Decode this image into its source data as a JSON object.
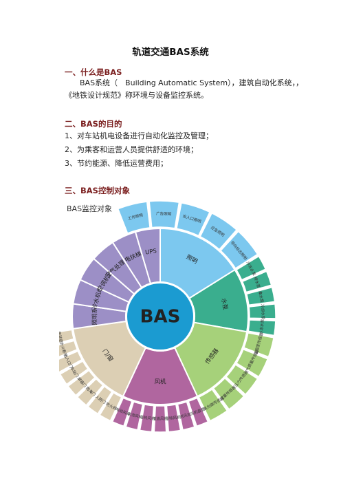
{
  "doc": {
    "title": "轨道交通BAS系统",
    "sections": [
      {
        "heading": "一、什么是BAS",
        "lines": [
          "BAS系统（　Building  Automatic  System），建筑自动化系统，，",
          "《地铁设计规范》称环境与设备监控系统。"
        ]
      },
      {
        "heading": "二、BAS的目的",
        "lines": [
          "1、对车站机电设备进行自动化监控及管理；",
          "2、为乘客和运营人员提供舒适的环境；",
          "3、节约能源、降低运营费用；"
        ]
      },
      {
        "heading": "三、BAS控制对象",
        "lines": []
      }
    ]
  },
  "figure": {
    "caption": "BAS监控对象",
    "center_label": "BAS",
    "colors": {
      "lighting": "#7cc8ef",
      "water": "#3aae8e",
      "sensor": "#a6d17a",
      "airduct": "#b0669f",
      "door": "#dccfb4",
      "equipment": "#9c8fc6",
      "center": "#1b9bd1"
    },
    "inner_segments": [
      {
        "label": "照明"
      },
      {
        "label": "水泵"
      },
      {
        "label": "传感器"
      },
      {
        "label": "风机"
      },
      {
        "label": "门/窗"
      },
      {
        "label": "照明系"
      },
      {
        "label": "冷水机组"
      },
      {
        "label": "空调机组"
      },
      {
        "label": "空气处理机"
      },
      {
        "label": "电扶梯"
      },
      {
        "label": "UPS"
      }
    ],
    "outer_segments": [
      {
        "label": "工作照明"
      },
      {
        "label": "广告照明"
      },
      {
        "label": "出入口照明"
      },
      {
        "label": "应急照明"
      },
      {
        "label": "导向标志照明"
      },
      {
        "label": "冷冻水泵"
      },
      {
        "label": "排水泵"
      },
      {
        "label": "集水泵"
      },
      {
        "label": "冷却水泵"
      },
      {
        "label": "冷冻水泵"
      },
      {
        "label": "温湿度传感器"
      },
      {
        "label": "空气质量传感器"
      },
      {
        "label": "压力传感器"
      },
      {
        "label": "流量传感器"
      },
      {
        "label": "二氧化碳传感器"
      },
      {
        "label": "风机盘管"
      },
      {
        "label": "送风机"
      },
      {
        "label": "回排风机"
      },
      {
        "label": "隧道风机"
      },
      {
        "label": "排热风机"
      },
      {
        "label": "射流风机"
      },
      {
        "label": "电动风阀"
      },
      {
        "label": "防火阀"
      },
      {
        "label": "人防门"
      },
      {
        "label": "防淹门"
      },
      {
        "label": "屏蔽门"
      },
      {
        "label": "车站门"
      },
      {
        "label": "出入口门"
      },
      {
        "label": "防火卷帘"
      },
      {
        "label": "电动窗"
      }
    ]
  }
}
